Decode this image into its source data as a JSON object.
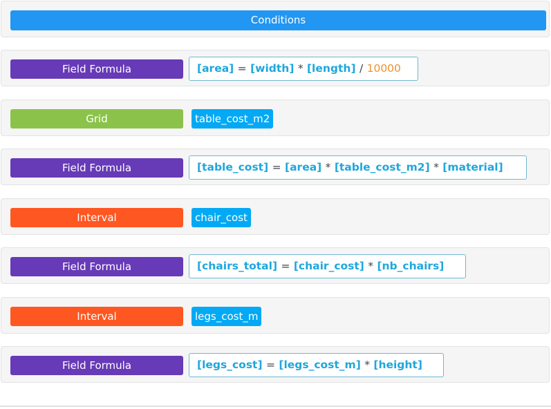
{
  "header": {
    "conditions_label": "Conditions"
  },
  "colors": {
    "conditions": "#2196F3",
    "field_formula": "#673AB7",
    "grid": "#8BC34A",
    "interval": "#FF5722",
    "chip": "#03A9F4",
    "formula_field_text": "#1fa7dc",
    "formula_number_text": "#f0922e"
  },
  "rows": [
    {
      "type": "Field Formula",
      "formula": {
        "target": "[area]",
        "eq": "=",
        "t1": "[width]",
        "op1": "*",
        "t2": "[length]",
        "op2": "/",
        "num": "10000"
      }
    },
    {
      "type": "Grid",
      "chip": "table_cost_m2"
    },
    {
      "type": "Field Formula",
      "formula": {
        "target": "[table_cost]",
        "eq": "=",
        "t1": "[area]",
        "op1": "*",
        "t2": "[table_cost_m2]",
        "op2": "*",
        "t3": "[material]"
      }
    },
    {
      "type": "Interval",
      "chip": "chair_cost"
    },
    {
      "type": "Field Formula",
      "formula": {
        "target": "[chairs_total]",
        "eq": "=",
        "t1": "[chair_cost]",
        "op1": "*",
        "t2": "[nb_chairs]"
      }
    },
    {
      "type": "Interval",
      "chip": "legs_cost_m"
    },
    {
      "type": "Field Formula",
      "formula": {
        "target": "[legs_cost]",
        "eq": "=",
        "t1": "[legs_cost_m]",
        "op1": "*",
        "t2": "[height]"
      }
    }
  ]
}
